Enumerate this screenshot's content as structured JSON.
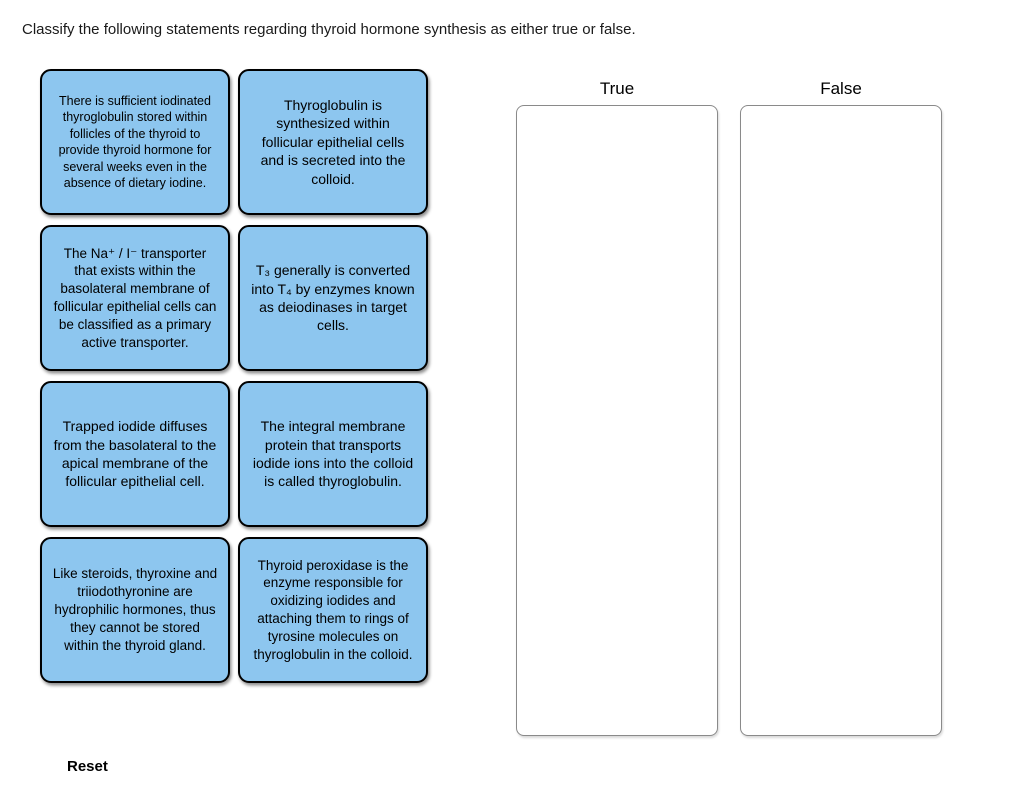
{
  "title": "Classify the following statements regarding thyroid hormone synthesis as either true or false.",
  "cards": [
    {
      "text": "There is sufficient iodinated thyroglobulin stored within follicles of the thyroid to provide thyroid hormone for several weeks even in the absence of dietary iodine."
    },
    {
      "text": "Thyroglobulin is synthesized within follicular epithelial cells and is secreted into the colloid."
    },
    {
      "text": "The Na⁺ / I⁻ transporter that exists within the basolateral membrane of follicular epithelial cells can be classified as a primary active transporter."
    },
    {
      "text": "T₃ generally is converted into T₄ by enzymes known as deiodinases in target cells."
    },
    {
      "text": "Trapped iodide diffuses from the basolateral to the apical membrane of the follicular epithelial cell."
    },
    {
      "text": "The integral membrane protein that transports iodide ions into the colloid is called thyroglobulin."
    },
    {
      "text": "Like steroids, thyroxine and triiodothyronine are hydrophilic hormones, thus they cannot be stored within the thyroid gland."
    },
    {
      "text": "Thyroid peroxidase is the enzyme responsible for oxidizing iodides and attaching them to rings of tyrosine molecules on thyroglobulin in the colloid."
    }
  ],
  "bins": [
    {
      "label": "True"
    },
    {
      "label": "False"
    }
  ],
  "reset_label": "Reset",
  "colors": {
    "card_bg": "#8DC6EF",
    "card_border": "#000000",
    "bin_border": "#8A8A8A",
    "page_bg": "#FFFFFF"
  }
}
